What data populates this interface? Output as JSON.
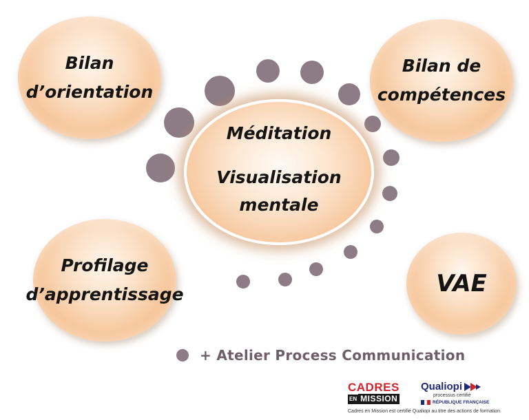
{
  "bubbles": {
    "orientation": {
      "line1": "Bilan",
      "line2": "d’orientation"
    },
    "competences": {
      "line1": "Bilan de",
      "line2": "compétences"
    },
    "center": {
      "line1": "Méditation",
      "line2": "Visualisation",
      "line3": "mentale"
    },
    "profilage": {
      "line1": "Profilage",
      "line2": "d’apprentissage"
    },
    "vae": {
      "line1": "VAE"
    }
  },
  "legend": {
    "text": "+ Atelier Process Communication"
  },
  "footer": {
    "cadres_top": "CADRES",
    "cadres_en": "EN",
    "cadres_mission": "MISSION",
    "qualiopi_name": "Qualiopi",
    "qualiopi_sub": "processus certifié",
    "republique": "RÉPUBLIQUE FRANÇAISE",
    "note": "Cadres en Mission est certifié Qualiopi au titre des actions de formation"
  },
  "colors": {
    "dot": "#8d7c86",
    "bubble_edge": "#f0aa70",
    "cadres_red": "#d2232a",
    "qualiopi_blue": "#1e2a78"
  }
}
